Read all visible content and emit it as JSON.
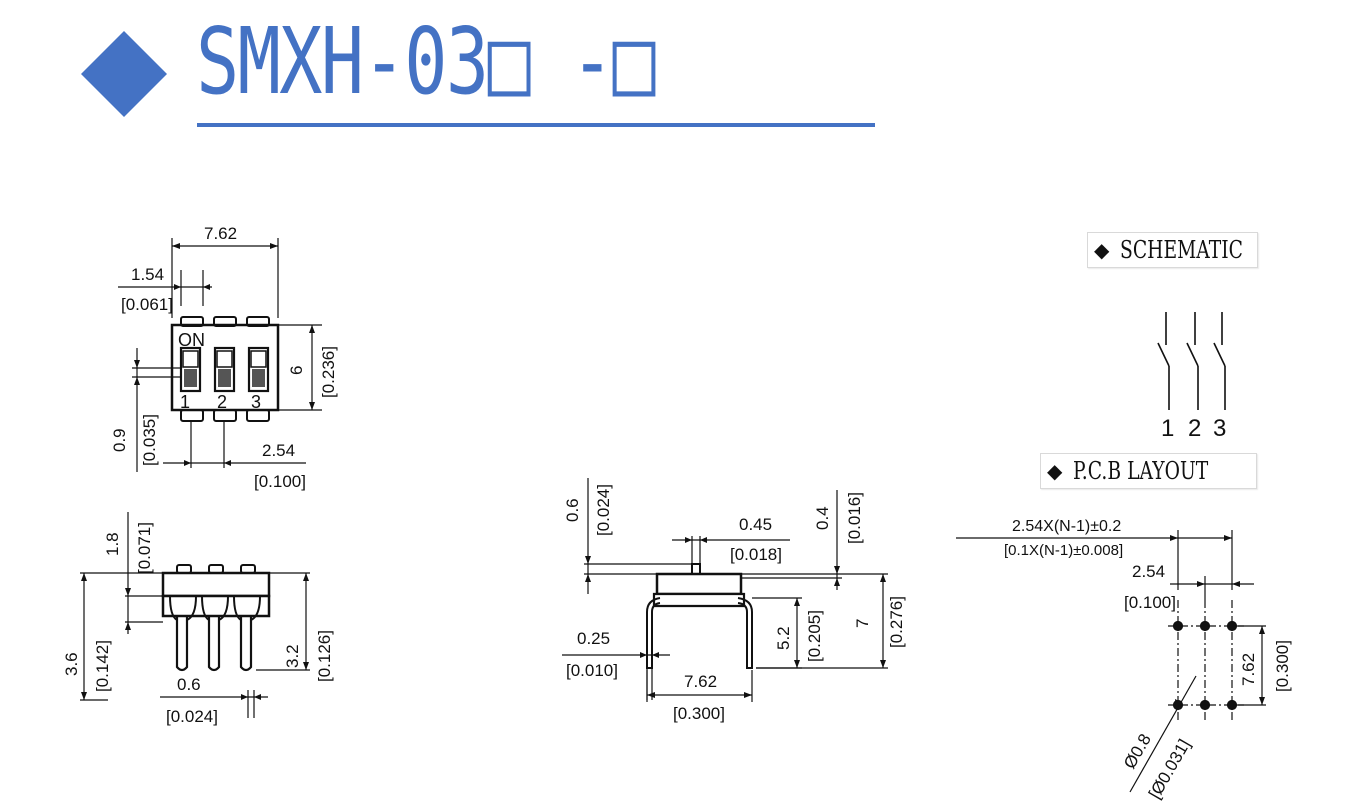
{
  "title": "SMXH-03□ -□",
  "colors": {
    "accent": "#4472c4",
    "line": "#111111"
  },
  "sections": {
    "schematic": "SCHEMATIC",
    "pcb_layout": "P.C.B LAYOUT"
  },
  "top_view": {
    "width": "7.62",
    "pitch_mm": "1.54",
    "pitch_in": "[0.061]",
    "body_mm": "6",
    "body_in": "[0.236]",
    "offset_mm": "0.9",
    "offset_in": "[0.035]",
    "lead_pitch_mm": "2.54",
    "lead_pitch_in": "[0.100]",
    "on_label": "ON",
    "switch_numbers": [
      "1",
      "2",
      "3"
    ]
  },
  "side_view": {
    "actuator_mm": "1.8",
    "actuator_in": "[0.071]",
    "height_mm": "3.6",
    "height_in": "[0.142]",
    "lead_len_mm": "3.2",
    "lead_len_in": "[0.126]",
    "lead_w_mm": "0.6",
    "lead_w_in": "[0.024]"
  },
  "end_view": {
    "act_h_mm": "0.6",
    "act_h_in": "[0.024]",
    "act_w_mm": "0.45",
    "act_w_in": "[0.018]",
    "top_mm": "0.4",
    "top_in": "[0.016]",
    "lead_t_mm": "0.25",
    "lead_t_in": "[0.010]",
    "row_mm": "7.62",
    "row_in": "[0.300]",
    "seat_mm": "5.2",
    "seat_in": "[0.205]",
    "total_mm": "7",
    "total_in": "[0.276]"
  },
  "schematic": {
    "pins": [
      "1",
      "2",
      "3"
    ]
  },
  "pcb": {
    "span_mm": "2.54X(N-1)±0.2",
    "span_in": "[0.1X(N-1)±0.008]",
    "pitch_mm": "2.54",
    "pitch_in": "[0.100]",
    "row_mm": "7.62",
    "row_in": "[0.300]",
    "hole_mm": "Ø0.8",
    "hole_in": "[Ø0.031]"
  }
}
